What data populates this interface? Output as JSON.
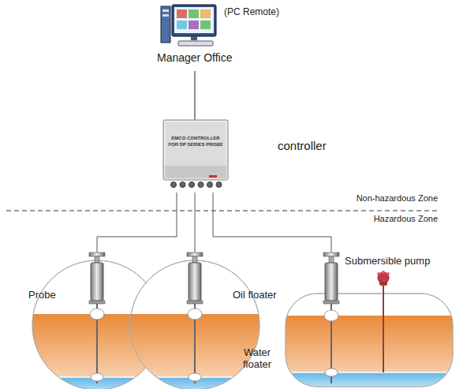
{
  "diagram": {
    "nodes": [
      {
        "text": [
          "(PC Remote)",
          "Manager Office"
        ]
      },
      {
        "text": [
          "EMCO CONTROLLER FOR DP SERIES PROBE",
          "controller"
        ]
      }
    ],
    "edges": [
      {
        "from": 0,
        "to": 1,
        "arrow": "none"
      }
    ],
    "labels": [
      "Non-hazardous Zone",
      "Hazardous Zone",
      "Submersible pump",
      "Probe",
      "Oil floater",
      "Water floater"
    ]
  }
}
